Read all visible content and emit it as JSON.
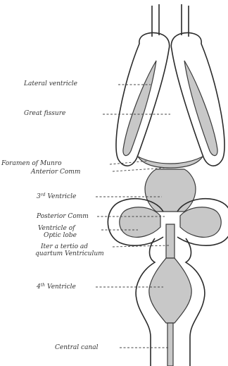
{
  "figure": {
    "labels": {
      "lateral_ventricle": "Lateral ventricle",
      "great_fissure": "Great fissure",
      "foramen_of_munro": "Foramen of Munro",
      "anterior_comm": "Anterior Comm",
      "third_ventricle_num": "3",
      "third_ventricle_sup": "rd",
      "third_ventricle_text": "Ventricle",
      "posterior_comm": "Posterior Comm",
      "ventricle_of": "Ventricle of",
      "optic_lobe": "Optic lobe",
      "iter_line1": "Iter a tertio ad",
      "iter_line2": "quartum Ventriculum",
      "fourth_ventricle_num": "4",
      "fourth_ventricle_sup": "th",
      "fourth_ventricle_text": "Ventricle",
      "central_canal": "Central canal"
    },
    "colors": {
      "cavity_fill": "#c8c8c8",
      "outline": "#2a2a2a",
      "background": "#ffffff"
    }
  }
}
